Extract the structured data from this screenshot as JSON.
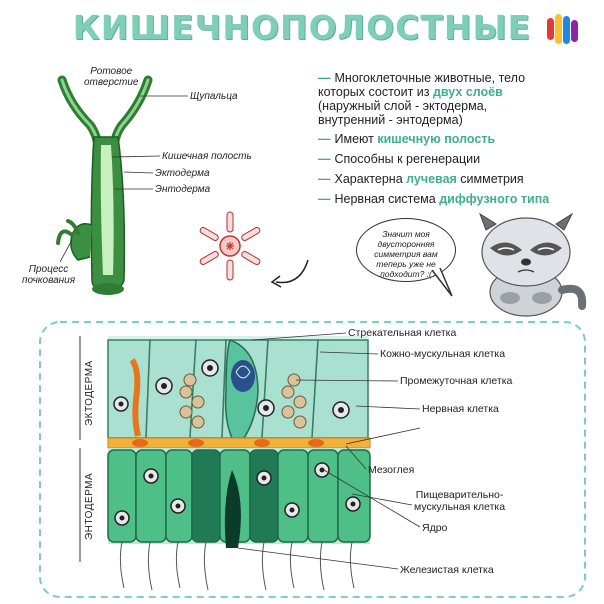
{
  "title": "КИШЕЧНОПОЛОСТНЫЕ",
  "logo": {
    "icon": "brand-logo-icon",
    "colors": [
      "#e53935",
      "#fbc02d",
      "#1e88e5",
      "#8e24aa"
    ]
  },
  "hydra_labels": {
    "mouth_line1": "Ротовое",
    "mouth_line2": "отверстие",
    "tentacles": "Щупальца",
    "gut_cavity": "Кишечная полость",
    "ectoderm": "Эктодерма",
    "endoderm": "Энтодерма",
    "budding_line1": "Процесс",
    "budding_line2": "почкования"
  },
  "facts": [
    {
      "line1_pre": "Многоклеточные животные, тело",
      "line2_pre": "которых состоит из ",
      "line2_hl": "двух слоёв",
      "line3": "(наружный слой - эктодерма,",
      "line4": "внутренний - энтодерма)"
    },
    {
      "pre": "Имеют ",
      "hl": "кишечную полость",
      "post": ""
    },
    {
      "pre": "Способны к регенерации",
      "hl": "",
      "post": ""
    },
    {
      "pre": "Характерна ",
      "hl": "лучевая",
      "post": " симметрия"
    },
    {
      "pre": "Нервная система ",
      "hl": "диффузного типа",
      "post": ""
    }
  ],
  "speech_bubble": {
    "line1": "Значит моя",
    "line2": "двусторонняя",
    "line3": "симметрия вам",
    "line4": "теперь уже не",
    "line5": "подходит? :("
  },
  "layers": {
    "ectoderm": "ЭКТОДЕРМА",
    "endoderm": "ЭНТОДЕРМА"
  },
  "cell_labels": {
    "stinging": "Стрекательная клетка",
    "skin_muscle": "Кожно-мускульная клетка",
    "intermediate": "Промежуточная клетка",
    "nerve": "Нервная клетка",
    "mesoglea": "Мезоглея",
    "digestive_line1": "Пищеварительно-",
    "digestive_line2": "мускульная клетка",
    "nucleus": "Ядро",
    "glandular": "Железистая клетка"
  },
  "colors": {
    "accent": "#3fae8c",
    "title": "#7fcfb8",
    "ectoderm_cell": "#bfe8dc",
    "endoderm_cell": "#4fbf88",
    "mesoglea": "#f0a500"
  }
}
